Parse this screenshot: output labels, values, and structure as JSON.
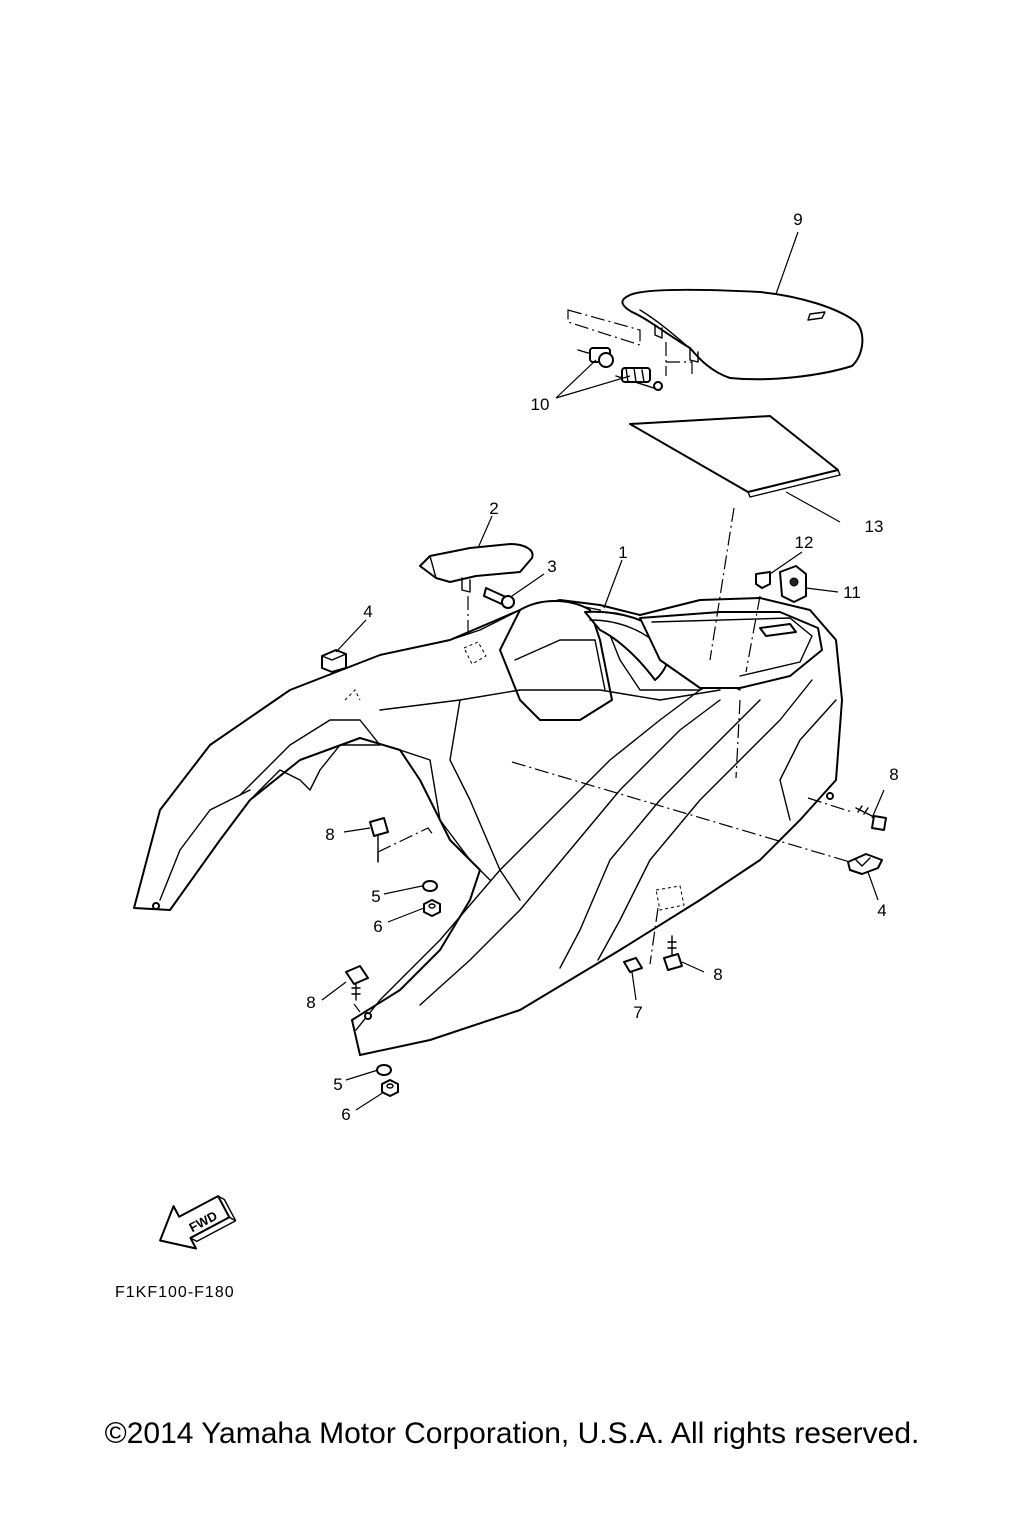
{
  "diagram": {
    "callouts": {
      "c1": "1",
      "c2": "2",
      "c3": "3",
      "c4a": "4",
      "c4b": "4",
      "c5a": "5",
      "c5b": "5",
      "c6a": "6",
      "c6b": "6",
      "c7": "7",
      "c8a": "8",
      "c8b": "8",
      "c8c": "8",
      "c8d": "8",
      "c9": "9",
      "c10": "10",
      "c11": "11",
      "c12": "12",
      "c13": "13"
    },
    "fwd_label": "FWD",
    "code": "F1KF100-F180"
  },
  "footer": {
    "copyright": "©2014 Yamaha Motor Corporation, U.S.A. All rights reserved."
  }
}
